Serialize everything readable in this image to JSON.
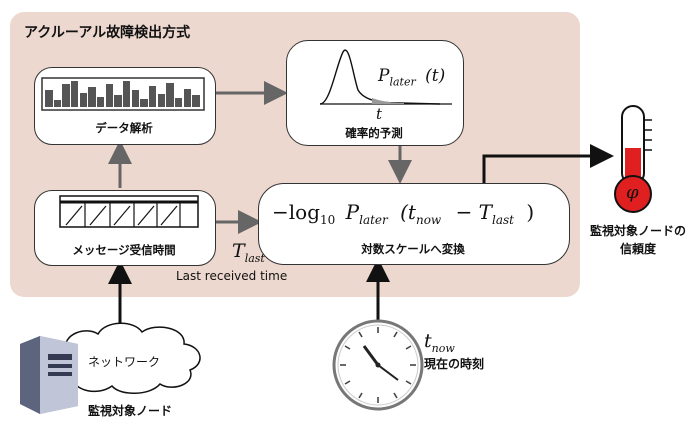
{
  "diagram": {
    "title": "アクルーアル故障検出方式",
    "boxes": {
      "data_analysis": "データ解析",
      "probability_prediction": "確率的予測",
      "message_time": "メッセージ受信時間",
      "log_scale": "対数スケールへ変換"
    },
    "formula": {
      "main": "−log",
      "sub10": "10",
      "p": "P",
      "later": "later",
      "open": "(t",
      "now": "now",
      "minus": "−  T",
      "last": "last",
      "close": ")"
    },
    "plot": {
      "p": "P",
      "later": "later",
      "arg": "(t)",
      "t": "t"
    },
    "t_last": {
      "t": "T",
      "sub": "last",
      "caption": "Last received time"
    },
    "t_now": {
      "t": "t",
      "sub": "now",
      "caption": "現在の時刻"
    },
    "network": "ネットワーク",
    "node_label": "監視対象ノード",
    "thermo_symbol": "φ",
    "confidence_label_1": "監視対象ノードの",
    "confidence_label_2": "信頼度"
  }
}
